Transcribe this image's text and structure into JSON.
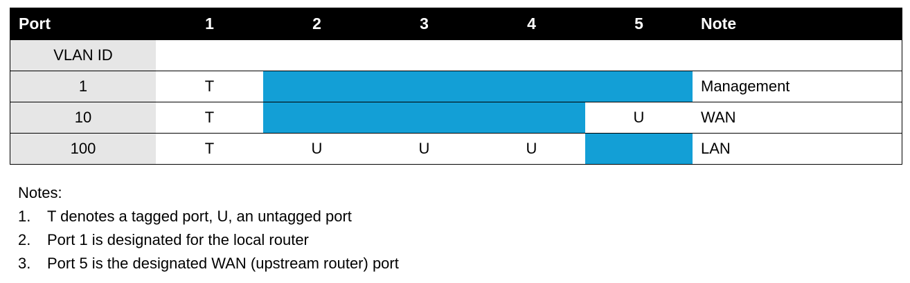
{
  "table": {
    "headers": [
      "Port",
      "1",
      "2",
      "3",
      "4",
      "5",
      "Note"
    ],
    "vlan_label": "VLAN ID",
    "rows": [
      {
        "vlan": "1",
        "ports": [
          "T",
          "",
          "",
          "",
          ""
        ],
        "note": "Management"
      },
      {
        "vlan": "10",
        "ports": [
          "T",
          "",
          "",
          "",
          "U"
        ],
        "note": "WAN"
      },
      {
        "vlan": "100",
        "ports": [
          "T",
          "U",
          "U",
          "U",
          ""
        ],
        "note": "LAN"
      }
    ],
    "highlight_color": "#139fd6"
  },
  "notes": {
    "title": "Notes:",
    "items": [
      {
        "num": "1.",
        "text": "T denotes a tagged port, U, an untagged port"
      },
      {
        "num": "2.",
        "text": "Port 1 is designated for the local router"
      },
      {
        "num": "3.",
        "text": "Port 5 is the designated WAN (upstream router) port"
      }
    ]
  }
}
